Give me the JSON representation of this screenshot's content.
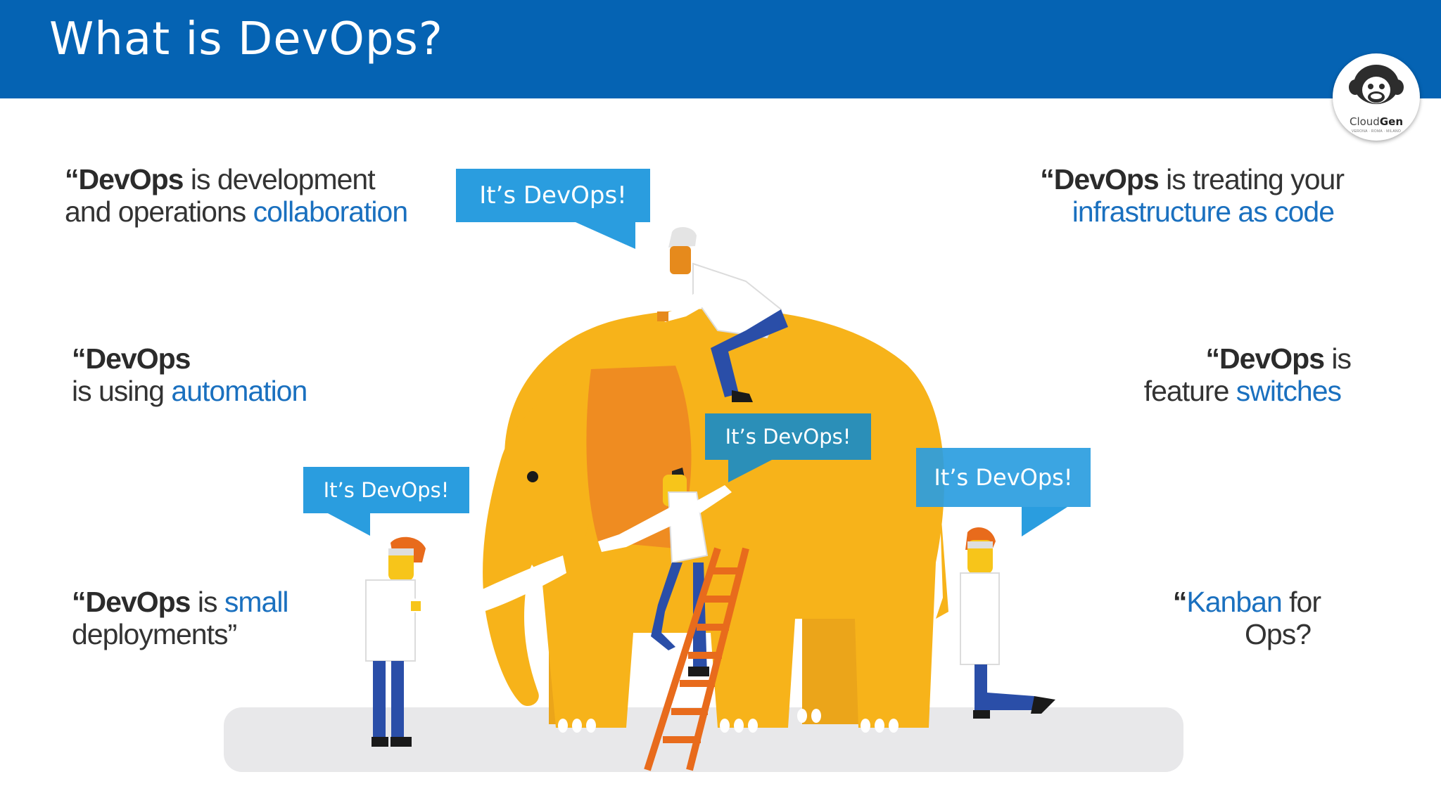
{
  "slide": {
    "title": "What is DevOps?"
  },
  "logo": {
    "brand_light": "Cloud",
    "brand_bold": "Gen",
    "tagline": "VERONA · ROMA · MILANO",
    "icon": "monkey-face-icon"
  },
  "quotes": {
    "q1": {
      "open": "“",
      "bold": "DevOps",
      "text1": " is development",
      "text2": "and operations ",
      "accent": "collaboration"
    },
    "q2": {
      "open": "“",
      "bold": "DevOps",
      "text1": "is using ",
      "accent": "automation"
    },
    "q3": {
      "open": "“",
      "bold": "DevOps",
      "text1": " is ",
      "accent": "small",
      "text2": "deployments”"
    },
    "q4": {
      "open": "“",
      "bold": "DevOps",
      "text1": " is treating your",
      "accent": "infrastructure as code"
    },
    "q5": {
      "open": "“",
      "bold": "DevOps",
      "text1": " is",
      "text2": "feature ",
      "accent": "switches"
    },
    "q6": {
      "open": "“",
      "accent": "Kanban",
      "text1": " for",
      "text2": "Ops?"
    }
  },
  "bubbles": [
    {
      "text": "It’s DevOps!"
    },
    {
      "text": "It’s DevOps!"
    },
    {
      "text": "It’s DevOps!"
    },
    {
      "text": "It’s DevOps!"
    }
  ],
  "colors": {
    "header": "#0563b3",
    "accent_text": "#1a70bf",
    "bubble_blue": "#2a9ddf",
    "bubble_teal": "#2b8fb8",
    "elephant": "#f7b31a",
    "elephant_ear": "#ef8c21",
    "ground": "#e8e8ea"
  }
}
